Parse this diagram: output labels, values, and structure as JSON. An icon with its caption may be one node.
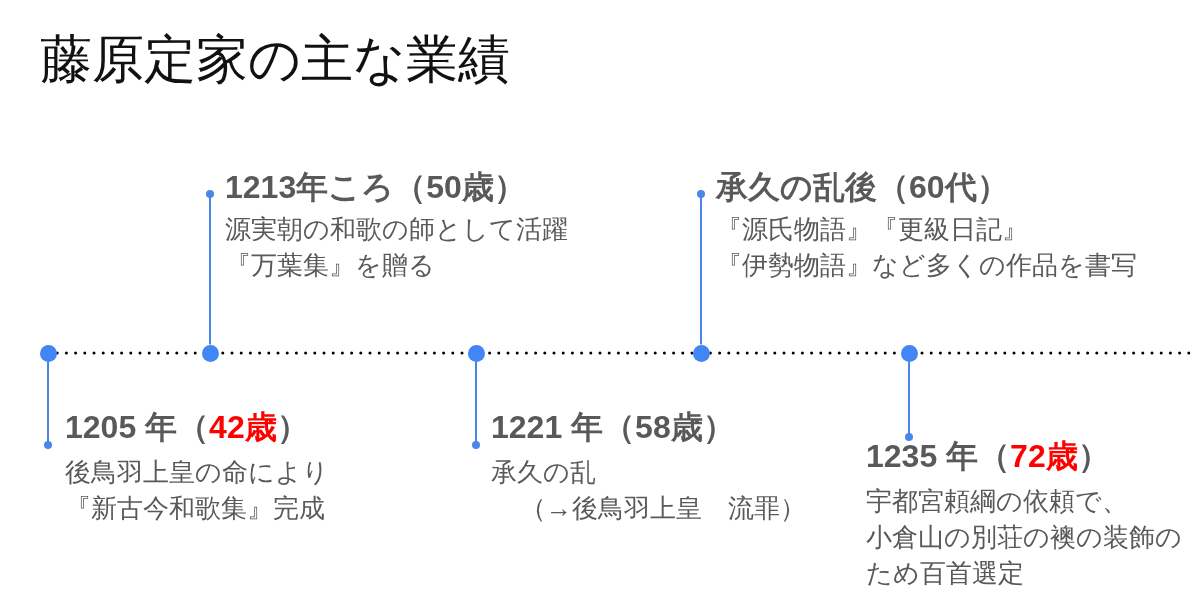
{
  "diagram": {
    "title": "藤原定家の主な業績",
    "nodes": [
      {
        "text": [],
        "shape": "circle"
      },
      {
        "text": [],
        "shape": "circle"
      },
      {
        "text": [],
        "shape": "circle"
      },
      {
        "text": [],
        "shape": "circle"
      },
      {
        "text": [],
        "shape": "circle"
      },
      {
        "text": [
          "1205 年（**42歳**）",
          "後鳥羽上皇の命により『新古今和歌集』完成"
        ]
      },
      {
        "text": [
          "1213年ころ（50歳）",
          "源実朝の和歌の師として活躍『万葉集』を贈る"
        ]
      },
      {
        "text": [
          "1221 年（58歳）",
          "承久の乱",
          "（→後鳥羽上皇　流罪）"
        ]
      },
      {
        "text": [
          "承久の乱後（60代）",
          "『源氏物語』『更級日記』『伊勢物語』など多くの作品を書写"
        ]
      },
      {
        "text": [
          "1235 年（**72歳**）",
          "宇都宮頼綱の依頼で、小倉山の別荘の襖の装飾のため百首選定"
        ]
      }
    ],
    "edges": [
      {
        "from": 0,
        "to": 5,
        "arrow": "other"
      },
      {
        "from": 1,
        "to": 6,
        "arrow": "other"
      },
      {
        "from": 2,
        "to": 7,
        "arrow": "other"
      },
      {
        "from": 3,
        "to": 8,
        "arrow": "other"
      },
      {
        "from": 4,
        "to": 9,
        "arrow": "other"
      }
    ]
  }
}
